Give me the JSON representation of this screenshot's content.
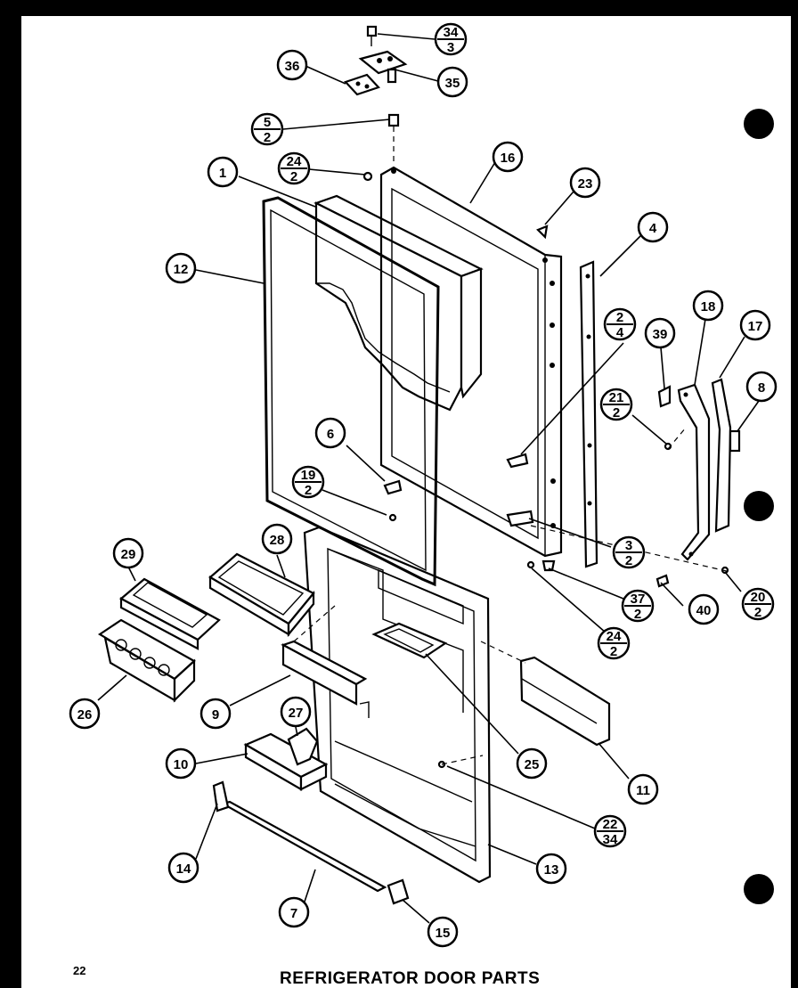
{
  "title": "REFRIGERATOR DOOR PARTS",
  "page_number": "22",
  "callouts": [
    {
      "id": "c-34-3",
      "top": "34",
      "bottom": "3"
    },
    {
      "id": "c-36",
      "label": "36"
    },
    {
      "id": "c-35",
      "label": "35"
    },
    {
      "id": "c-5-2",
      "top": "5",
      "bottom": "2"
    },
    {
      "id": "c-24-2a",
      "top": "24",
      "bottom": "2"
    },
    {
      "id": "c-1",
      "label": "1"
    },
    {
      "id": "c-16",
      "label": "16"
    },
    {
      "id": "c-23",
      "label": "23"
    },
    {
      "id": "c-12",
      "label": "12"
    },
    {
      "id": "c-4",
      "label": "4"
    },
    {
      "id": "c-2-4",
      "top": "2",
      "bottom": "4"
    },
    {
      "id": "c-39",
      "label": "39"
    },
    {
      "id": "c-18",
      "label": "18"
    },
    {
      "id": "c-17",
      "label": "17"
    },
    {
      "id": "c-8",
      "label": "8"
    },
    {
      "id": "c-21-2",
      "top": "21",
      "bottom": "2"
    },
    {
      "id": "c-6",
      "label": "6"
    },
    {
      "id": "c-19-2",
      "top": "19",
      "bottom": "2"
    },
    {
      "id": "c-28",
      "label": "28"
    },
    {
      "id": "c-29",
      "label": "29"
    },
    {
      "id": "c-3-2",
      "top": "3",
      "bottom": "2"
    },
    {
      "id": "c-37-2",
      "top": "37",
      "bottom": "2"
    },
    {
      "id": "c-40",
      "label": "40"
    },
    {
      "id": "c-20-2",
      "top": "20",
      "bottom": "2"
    },
    {
      "id": "c-24-2b",
      "top": "24",
      "bottom": "2"
    },
    {
      "id": "c-26",
      "label": "26"
    },
    {
      "id": "c-9",
      "label": "9"
    },
    {
      "id": "c-27",
      "label": "27"
    },
    {
      "id": "c-25",
      "label": "25"
    },
    {
      "id": "c-11",
      "label": "11"
    },
    {
      "id": "c-10",
      "label": "10"
    },
    {
      "id": "c-22-34",
      "top": "22",
      "bottom": "34"
    },
    {
      "id": "c-14",
      "label": "14"
    },
    {
      "id": "c-13",
      "label": "13"
    },
    {
      "id": "c-7",
      "label": "7"
    },
    {
      "id": "c-15",
      "label": "15"
    }
  ]
}
